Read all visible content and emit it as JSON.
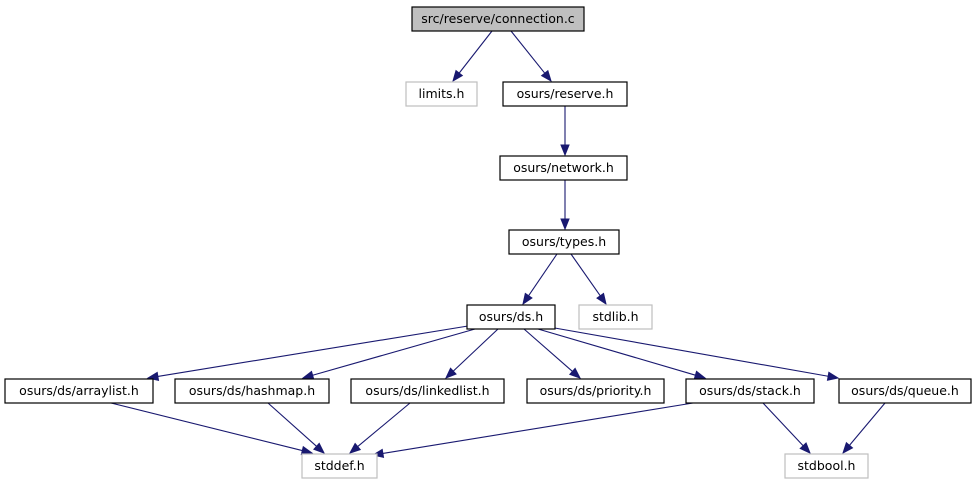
{
  "diagram": {
    "nodes": [
      {
        "id": "connection_c",
        "label": "src/reserve/connection.c",
        "kind": "root"
      },
      {
        "id": "limits_h",
        "label": "limits.h",
        "kind": "system"
      },
      {
        "id": "reserve_h",
        "label": "osurs/reserve.h",
        "kind": "project"
      },
      {
        "id": "network_h",
        "label": "osurs/network.h",
        "kind": "project"
      },
      {
        "id": "types_h",
        "label": "osurs/types.h",
        "kind": "project"
      },
      {
        "id": "ds_h",
        "label": "osurs/ds.h",
        "kind": "project"
      },
      {
        "id": "stdlib_h",
        "label": "stdlib.h",
        "kind": "system"
      },
      {
        "id": "arraylist_h",
        "label": "osurs/ds/arraylist.h",
        "kind": "project"
      },
      {
        "id": "hashmap_h",
        "label": "osurs/ds/hashmap.h",
        "kind": "project"
      },
      {
        "id": "linkedlist_h",
        "label": "osurs/ds/linkedlist.h",
        "kind": "project"
      },
      {
        "id": "priority_h",
        "label": "osurs/ds/priority.h",
        "kind": "project"
      },
      {
        "id": "stack_h",
        "label": "osurs/ds/stack.h",
        "kind": "project"
      },
      {
        "id": "queue_h",
        "label": "osurs/ds/queue.h",
        "kind": "project"
      },
      {
        "id": "stddef_h",
        "label": "stddef.h",
        "kind": "system"
      },
      {
        "id": "stdbool_h",
        "label": "stdbool.h",
        "kind": "system"
      }
    ],
    "edges": [
      {
        "from": "connection_c",
        "to": "limits_h"
      },
      {
        "from": "connection_c",
        "to": "reserve_h"
      },
      {
        "from": "reserve_h",
        "to": "network_h"
      },
      {
        "from": "network_h",
        "to": "types_h"
      },
      {
        "from": "types_h",
        "to": "ds_h"
      },
      {
        "from": "types_h",
        "to": "stdlib_h"
      },
      {
        "from": "ds_h",
        "to": "arraylist_h"
      },
      {
        "from": "ds_h",
        "to": "hashmap_h"
      },
      {
        "from": "ds_h",
        "to": "linkedlist_h"
      },
      {
        "from": "ds_h",
        "to": "priority_h"
      },
      {
        "from": "ds_h",
        "to": "stack_h"
      },
      {
        "from": "ds_h",
        "to": "queue_h"
      },
      {
        "from": "arraylist_h",
        "to": "stddef_h"
      },
      {
        "from": "hashmap_h",
        "to": "stddef_h"
      },
      {
        "from": "linkedlist_h",
        "to": "stddef_h"
      },
      {
        "from": "stack_h",
        "to": "stddef_h"
      },
      {
        "from": "stack_h",
        "to": "stdbool_h"
      },
      {
        "from": "queue_h",
        "to": "stdbool_h"
      }
    ],
    "colors": {
      "edge": "#191970",
      "root_fill": "#bfbfbf",
      "project_border": "#000000",
      "system_border": "#bfbfbf"
    }
  }
}
